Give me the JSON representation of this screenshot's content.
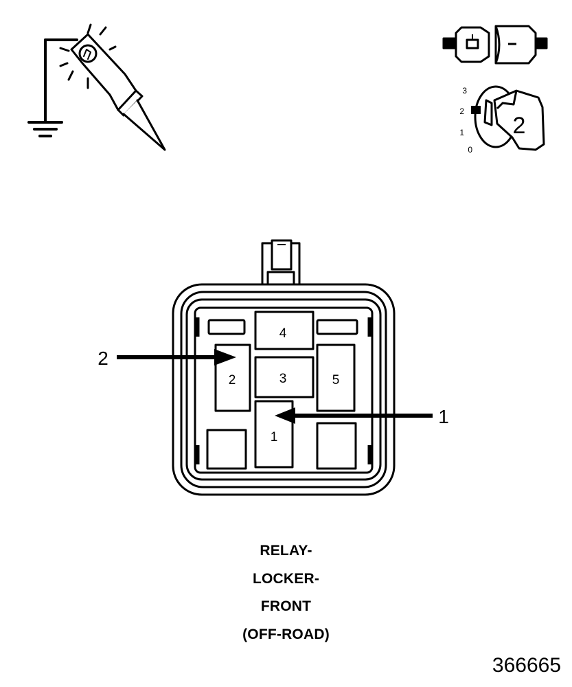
{
  "connector": {
    "cavities": [
      {
        "label": "4"
      },
      {
        "label": "2"
      },
      {
        "label": "3"
      },
      {
        "label": "5"
      },
      {
        "label": "1"
      }
    ]
  },
  "callouts": [
    {
      "label": "2"
    },
    {
      "label": "1"
    }
  ],
  "ignition_key": {
    "positions": [
      "3",
      "2",
      "1",
      "0"
    ],
    "key_label": "2"
  },
  "caption_lines": [
    "RELAY-",
    "LOCKER-",
    "FRONT",
    "(OFF-ROAD)"
  ],
  "figure_number": "366665"
}
